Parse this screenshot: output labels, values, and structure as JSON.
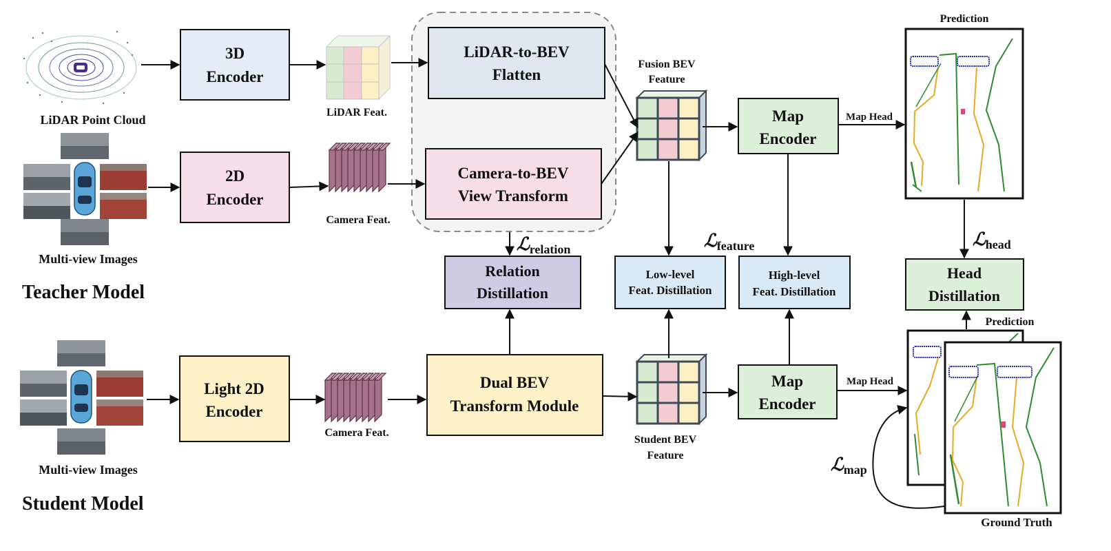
{
  "colors": {
    "encoder_3d": "#e3ecf7",
    "encoder_2d": "#f7dde9",
    "light_encoder": "#fcf1c7",
    "lidar_bev": "#dfe6ef",
    "camera_bev": "#f6dde7",
    "relation": "#cfcbe4",
    "dual_bev": "#fcf1c7",
    "low_level": "#d9e9f5",
    "high_level": "#d9e9f5",
    "map_encoder": "#dcefd9",
    "head_distill": "#dcefd9",
    "camera_feat": "#a6728b",
    "grid_green": "#d6ebcf",
    "grid_pink": "#f3cbd2",
    "grid_yellow": "#fcf0c4",
    "grid_edge": "#3f4a57",
    "map_green": "#2e8b2e",
    "map_yellow": "#e6a91f",
    "map_blue": "#1f2fb0"
  },
  "teacher": {
    "lidar_input": "LiDAR Point Cloud",
    "images_input": "Multi-view Images",
    "encoder_3d": [
      "3D",
      "Encoder"
    ],
    "encoder_2d": [
      "2D",
      "Encoder"
    ],
    "lidar_feat": "LiDAR Feat.",
    "camera_feat": "Camera Feat.",
    "lidar_bev": [
      "LiDAR-to-BEV",
      "Flatten"
    ],
    "camera_bev": [
      "Camera-to-BEV",
      "View Transform"
    ],
    "fusion_feature": [
      "Fusion BEV",
      "Feature"
    ],
    "map_encoder": [
      "Map",
      "Encoder"
    ],
    "map_head": "Map Head",
    "prediction": "Prediction",
    "model_label": "Teacher Model"
  },
  "student": {
    "images_input": "Multi-view Images",
    "light_encoder": [
      "Light 2D",
      "Encoder"
    ],
    "camera_feat": "Camera Feat.",
    "dual_bev": [
      "Dual BEV",
      "Transform Module"
    ],
    "student_feature": [
      "Student BEV",
      "Feature"
    ],
    "map_encoder": [
      "Map",
      "Encoder"
    ],
    "map_head": "Map Head",
    "prediction": "Prediction",
    "ground_truth": "Ground Truth",
    "model_label": "Student Model"
  },
  "distill": {
    "relation": [
      "Relation",
      "Distillation"
    ],
    "low_level": [
      "Low-level",
      "Feat.  Distillation"
    ],
    "high_level": [
      "High-level",
      "Feat.  Distillation"
    ],
    "head": [
      "Head",
      "Distillation"
    ]
  },
  "losses": {
    "relation": {
      "symbol": "ℒ",
      "sub": "relation"
    },
    "feature": {
      "symbol": "ℒ",
      "sub": "feature"
    },
    "head": {
      "symbol": "ℒ",
      "sub": "head"
    },
    "map": {
      "symbol": "ℒ",
      "sub": "map"
    }
  }
}
